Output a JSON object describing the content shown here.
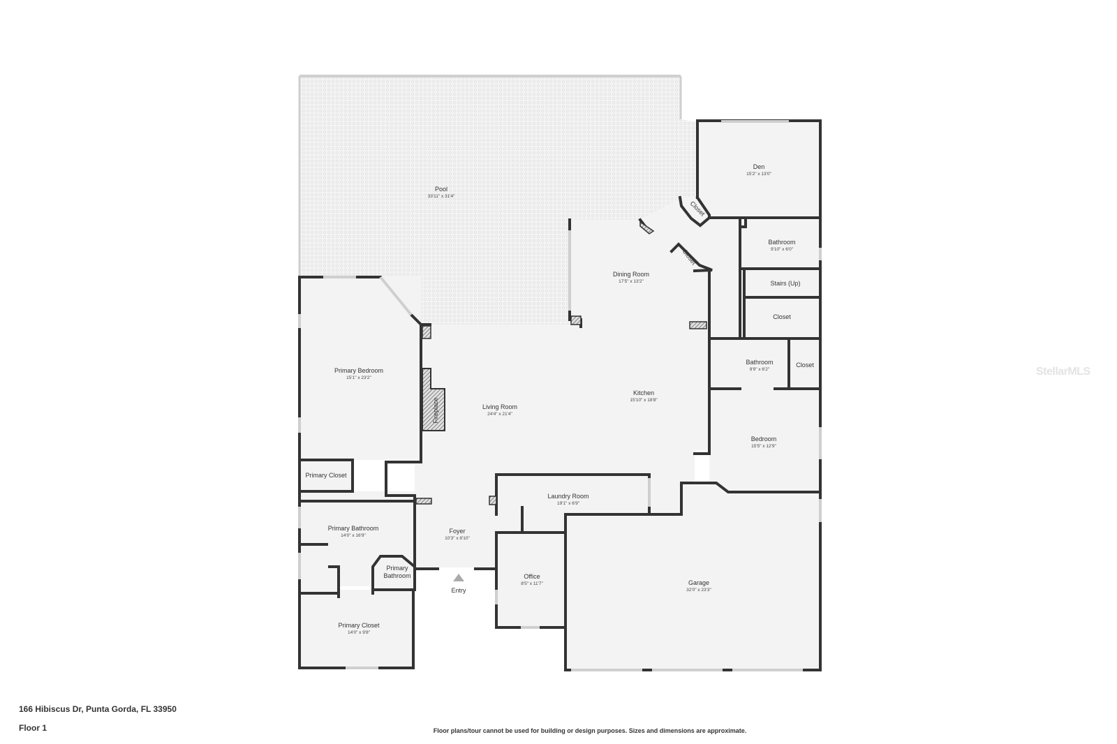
{
  "rooms": [
    {
      "id": "pool",
      "name": "Pool",
      "dims": "33'11\" x 31'4\""
    },
    {
      "id": "den",
      "name": "Den",
      "dims": "15'2\" x 13'0\""
    },
    {
      "id": "closet-den",
      "name": "Closet",
      "dims": ""
    },
    {
      "id": "closet-diag",
      "name": "Closet",
      "dims": ""
    },
    {
      "id": "bathroom-upper",
      "name": "Bathroom",
      "dims": "9'10\" x 6'0\""
    },
    {
      "id": "stairs",
      "name": "Stairs (Up)",
      "dims": ""
    },
    {
      "id": "closet-hall",
      "name": "Closet",
      "dims": ""
    },
    {
      "id": "dining-room",
      "name": "Dining Room",
      "dims": "17'5\" x 13'2\""
    },
    {
      "id": "kitchen",
      "name": "Kitchen",
      "dims": "15'10\" x 18'8\""
    },
    {
      "id": "bathroom-2",
      "name": "Bathroom",
      "dims": "9'9\" x 6'2\""
    },
    {
      "id": "closet-bath2",
      "name": "Closet",
      "dims": ""
    },
    {
      "id": "bedroom",
      "name": "Bedroom",
      "dims": "15'5\" x 12'9\""
    },
    {
      "id": "primary-bedroom",
      "name": "Primary Bedroom",
      "dims": "15'1\" x 23'2\""
    },
    {
      "id": "fireplace",
      "name": "Fireplace",
      "dims": ""
    },
    {
      "id": "living-room",
      "name": "Living Room",
      "dims": "24'4\" x 21'4\""
    },
    {
      "id": "primary-closet-small",
      "name": "Primary Closet",
      "dims": ""
    },
    {
      "id": "laundry-room",
      "name": "Laundry Room",
      "dims": "19'1\" x 6'9\""
    },
    {
      "id": "primary-bathroom",
      "name": "Primary Bathroom",
      "dims": "14'0\" x 16'9\""
    },
    {
      "id": "foyer",
      "name": "Foyer",
      "dims": "10'3\" x 8'10\""
    },
    {
      "id": "primary-bathroom-small-1",
      "name": "Primary",
      "dims": ""
    },
    {
      "id": "primary-bathroom-small-2",
      "name": "Bathroom",
      "dims": ""
    },
    {
      "id": "office",
      "name": "Office",
      "dims": "8'5\" x 11'7\""
    },
    {
      "id": "garage",
      "name": "Garage",
      "dims": "32'0\" x 23'3\""
    },
    {
      "id": "primary-closet-large",
      "name": "Primary Closet",
      "dims": "14'0\" x 9'8\""
    },
    {
      "id": "entry",
      "name": "Entry",
      "dims": ""
    }
  ],
  "footer": {
    "address": "166 Hibiscus Dr, Punta Gorda, FL 33950",
    "floor": "Floor 1",
    "disclaimer": "Floor plans/tour cannot be used for building or design purposes. Sizes and dimensions are approximate."
  },
  "watermark": "StellarMLS",
  "colors": {
    "wall": "#333333",
    "floor": "#f3f3f3",
    "window": "#cfcfcf",
    "pool_pattern": "#dddddd"
  }
}
